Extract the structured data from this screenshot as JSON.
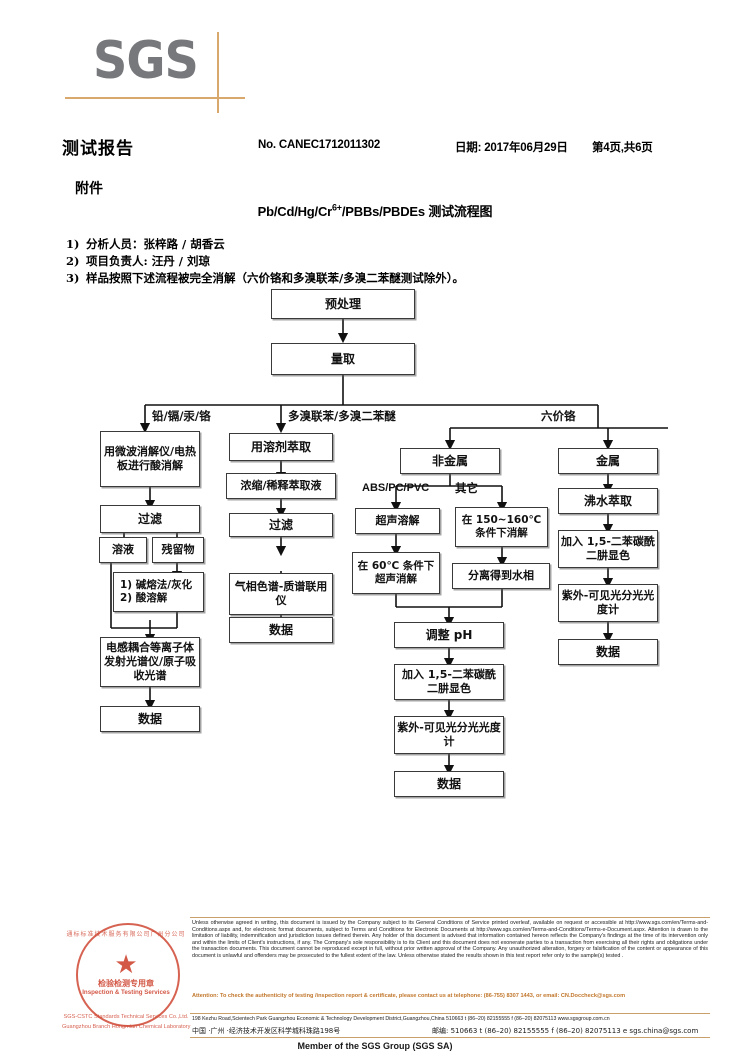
{
  "header": {
    "logo_text": "SGS",
    "report_title": "测试报告",
    "report_no": "No. CANEC1712011302",
    "date": "日期: 2017年06月29日",
    "page_info": "第4页,共6页",
    "appendix_label": "附件",
    "diagram_title_pre": "Pb/Cd/Hg/Cr",
    "diagram_title_sup": "6+",
    "diagram_title_post": "/PBBs/PBDEs 测试流程图"
  },
  "notes": [
    {
      "index": "1)",
      "text": "分析人员：张梓路 / 胡香云"
    },
    {
      "index": "2)",
      "text": "项目负责人: 汪丹 / 刘琼"
    },
    {
      "index": "3)",
      "text": "样品按照下述流程被完全消解（六价铬和多溴联苯/多溴二苯醚测试除外）。"
    }
  ],
  "flowchart": {
    "type": "flowchart",
    "nodes": {
      "pretreatment": "预处理",
      "weighing": "量取",
      "microwave_digestion": "用微波消解仪/电热板进行酸消解",
      "filter_left": "过滤",
      "solution": "溶液",
      "residue": "残留物",
      "alkali_acid": "1) 碱熔法/灰化\n2) 酸溶解",
      "icp_aas": "电感耦合等离子体发射光谱仪/原子吸收光谱",
      "data_left": "数据",
      "solvent_extract": "用溶剂萃取",
      "concentrate_dilute": "浓缩/稀释萃取液",
      "filter_mid": "过滤",
      "gcms": "气相色谱-质谱联用仪",
      "data_mid": "数据",
      "nonmetal": "非金属",
      "metal": "金属",
      "ultrasonic_dissolve": "超声溶解",
      "digest_150_160": "在 150~160℃ 条件下消解",
      "ultrasonic_60": "在 60℃ 条件下超声消解",
      "separate_aqueous": "分离得到水相",
      "adjust_ph": "调整 pH",
      "dpc_color": "加入 1,5-二苯碳酰二肼显色",
      "uv_vis": "紫外-可见光分光光度计",
      "data_cr_nonmetal": "数据",
      "boiling_water": "沸水萃取",
      "dpc_color_metal": "加入 1,5-二苯碳酰二肼显色",
      "uv_vis_metal": "紫外-可见光分光光度计",
      "data_cr_metal": "数据"
    },
    "edge_labels": {
      "branch_metals": "铅/镉/汞/铬",
      "branch_pbb_pbde": "多溴联苯/多溴二苯醚",
      "branch_cr6": "六价铬",
      "abs_pc_pvc": "ABS/PC/PVC",
      "other": "其它"
    }
  },
  "footer": {
    "legal_text": "Unless otherwise agreed in writing, this document is issued by the Company subject to its General Conditions of Service printed overleaf, available on request or accessible at http://www.sgs.com/en/Terms-and-Conditions.aspx and, for electronic format documents, subject to Terms and Conditions for Electronic Documents at http://www.sgs.com/en/Terms-and-Conditions/Terms-e-Document.aspx. Attention is drawn to the limitation of liability, indemnification and jurisdiction issues defined therein. Any holder of this document is advised that information contained hereon reflects the Company's findings at the time of its intervention only and within the limits of Client's instructions, if any. The Company's sole responsibility is to its Client and this document does not exonerate parties to a transaction from exercising all their rights and obligations under the transaction documents. This document cannot be reproduced except in full, without prior written approval of the Company. Any unauthorized alteration, forgery or falsification of the content or appearance of this document is unlawful and offenders may be prosecuted to the fullest extent of the law. Unless otherwise stated the results shown in this test report refer only to the sample(s) tested .",
    "attention_text": "Attention: To check the authenticity of testing /inspection report & certificate, please contact us at telephone: (86-755) 8307 1443, or email: CN.Doccheck@sgs.com",
    "address_en": "198 Kezhu Road,Scientech Park Guangzhou Economic & Technology Development District,Guangzhou,China  510663    t (86–20) 82155555    f (86–20) 82075113    www.sgsgroup.com.cn",
    "address_cn_street": "中国 ·广州 ·经济技术开发区科学城科珠路198号",
    "address_cn_zip": "邮编: 510663    t (86–20) 82155555    f (86–20) 82075113    e sgs.china@sgs.com",
    "member_text": "Member of the SGS Group (SGS SA)"
  },
  "seal": {
    "arc_top": "通标标准技术服务有限公司广州分公司",
    "center_cn": "检验检测专用章",
    "center_en": "Inspection & Testing Services",
    "foot_line1": "SGS-CSTC Standards Technical Services Co.,Ltd.",
    "foot_line2": "Guangzhou Branch Hongmian Chemical Laboratory",
    "star": "★",
    "color": "#cf4633"
  },
  "colors": {
    "logo_gray": "#77787b",
    "accent_orange": "#d9a86c",
    "attention_orange": "#c1762b",
    "seal_red": "#cf4633",
    "node_border": "#3a3a3a"
  }
}
